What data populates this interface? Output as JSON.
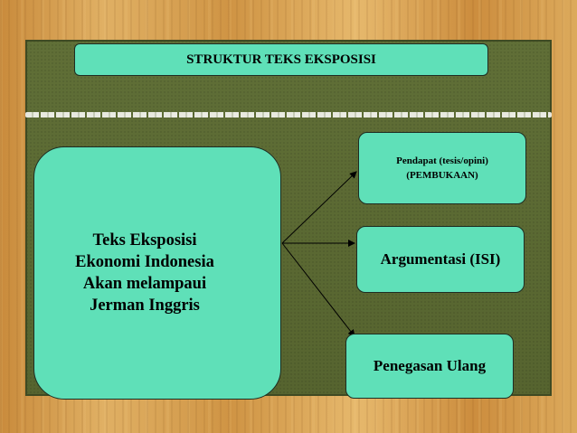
{
  "title": "STRUKTUR TEKS EKSPOSISI",
  "main_box": {
    "lines": [
      "Teks Eksposisi",
      "Ekonomi Indonesia",
      "Akan melampaui",
      "Jerman Inggris"
    ]
  },
  "branches": {
    "top": {
      "line1": "Pendapat (tesis/opini)",
      "line2": "(PEMBUKAAN)"
    },
    "middle": {
      "label": "Argumentasi (ISI)"
    },
    "bottom": {
      "label": "Penegasan Ulang"
    }
  },
  "colors": {
    "box_fill": "#5fe0b8",
    "board": "#5b6a34",
    "frame": "#d9a352"
  }
}
